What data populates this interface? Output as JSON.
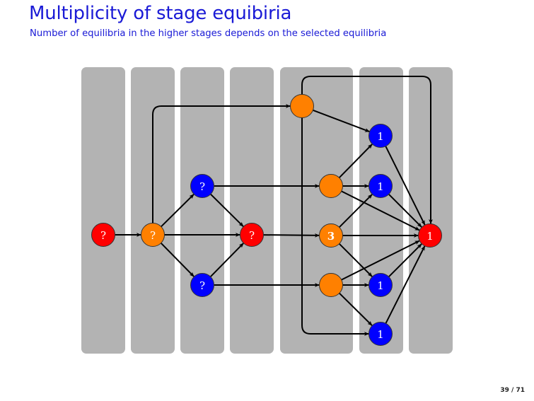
{
  "header": {
    "title": "Multiplicity of stage equibiria",
    "subtitle": "Number of equilibria in the higher stages depends on the selected equilibria"
  },
  "footer": {
    "page": "39 / 71"
  },
  "colors": {
    "red": "#ff0000",
    "orange": "#ff8000",
    "blue": "#0000ff",
    "column": "#b3b3b3",
    "title": "#1a1ad6"
  },
  "diagram": {
    "stages": [
      {
        "id": "s1"
      },
      {
        "id": "s2"
      },
      {
        "id": "s3"
      },
      {
        "id": "s4"
      },
      {
        "id": "s5"
      },
      {
        "id": "s6"
      },
      {
        "id": "s7"
      }
    ],
    "nodes": [
      {
        "id": "n1",
        "stage": 1,
        "color": "red",
        "label": "?"
      },
      {
        "id": "n2",
        "stage": 2,
        "color": "orange",
        "label": "?"
      },
      {
        "id": "n3",
        "stage": 3,
        "color": "blue",
        "label": "?"
      },
      {
        "id": "n4",
        "stage": 3,
        "color": "blue",
        "label": "?"
      },
      {
        "id": "n5",
        "stage": 4,
        "color": "red",
        "label": "?"
      },
      {
        "id": "n6",
        "stage": 5,
        "color": "orange",
        "label": ""
      },
      {
        "id": "n7",
        "stage": 5,
        "color": "orange",
        "label": ""
      },
      {
        "id": "n8",
        "stage": 5,
        "color": "orange",
        "label": "3"
      },
      {
        "id": "n9",
        "stage": 5,
        "color": "orange",
        "label": ""
      },
      {
        "id": "n10",
        "stage": 6,
        "color": "blue",
        "label": "1"
      },
      {
        "id": "n11",
        "stage": 6,
        "color": "blue",
        "label": "1"
      },
      {
        "id": "n12",
        "stage": 6,
        "color": "blue",
        "label": "1"
      },
      {
        "id": "n13",
        "stage": 6,
        "color": "blue",
        "label": "1"
      },
      {
        "id": "n14",
        "stage": 7,
        "color": "red",
        "label": "1"
      }
    ],
    "edges": [
      {
        "from": "n1",
        "to": "n2"
      },
      {
        "from": "n2",
        "to": "n3"
      },
      {
        "from": "n2",
        "to": "n5"
      },
      {
        "from": "n2",
        "to": "n4"
      },
      {
        "from": "n2",
        "to": "n6"
      },
      {
        "from": "n3",
        "to": "n5"
      },
      {
        "from": "n4",
        "to": "n5"
      },
      {
        "from": "n3",
        "to": "n7"
      },
      {
        "from": "n4",
        "to": "n9"
      },
      {
        "from": "n5",
        "to": "n8"
      },
      {
        "from": "n6",
        "to": "n10"
      },
      {
        "from": "n6",
        "to": "n14"
      },
      {
        "from": "n6",
        "to": "n13"
      },
      {
        "from": "n7",
        "to": "n10"
      },
      {
        "from": "n7",
        "to": "n11"
      },
      {
        "from": "n7",
        "to": "n14"
      },
      {
        "from": "n8",
        "to": "n11"
      },
      {
        "from": "n8",
        "to": "n14"
      },
      {
        "from": "n8",
        "to": "n12"
      },
      {
        "from": "n9",
        "to": "n14"
      },
      {
        "from": "n9",
        "to": "n12"
      },
      {
        "from": "n9",
        "to": "n13"
      },
      {
        "from": "n10",
        "to": "n14"
      },
      {
        "from": "n11",
        "to": "n14"
      },
      {
        "from": "n12",
        "to": "n14"
      },
      {
        "from": "n13",
        "to": "n14"
      }
    ]
  }
}
